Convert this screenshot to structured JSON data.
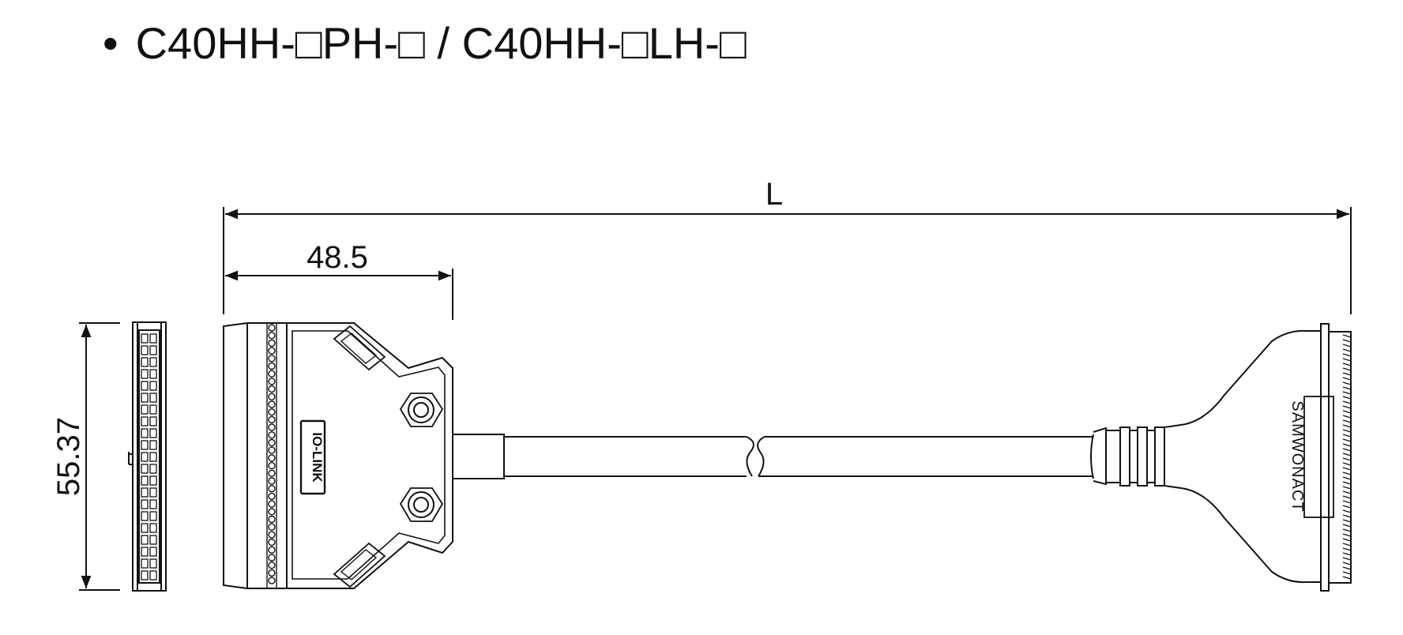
{
  "title": {
    "bullet": "•",
    "text": "C40HH-□PH-□ / C40HH-□LH-□"
  },
  "dimensions": {
    "overall_length": "L",
    "head_length": "48.5",
    "height": "55.37"
  },
  "labels": {
    "iolink_logo": "IO-LINK",
    "brand": "SAMWONACT"
  },
  "colors": {
    "line": "#111111",
    "background": "#ffffff"
  }
}
